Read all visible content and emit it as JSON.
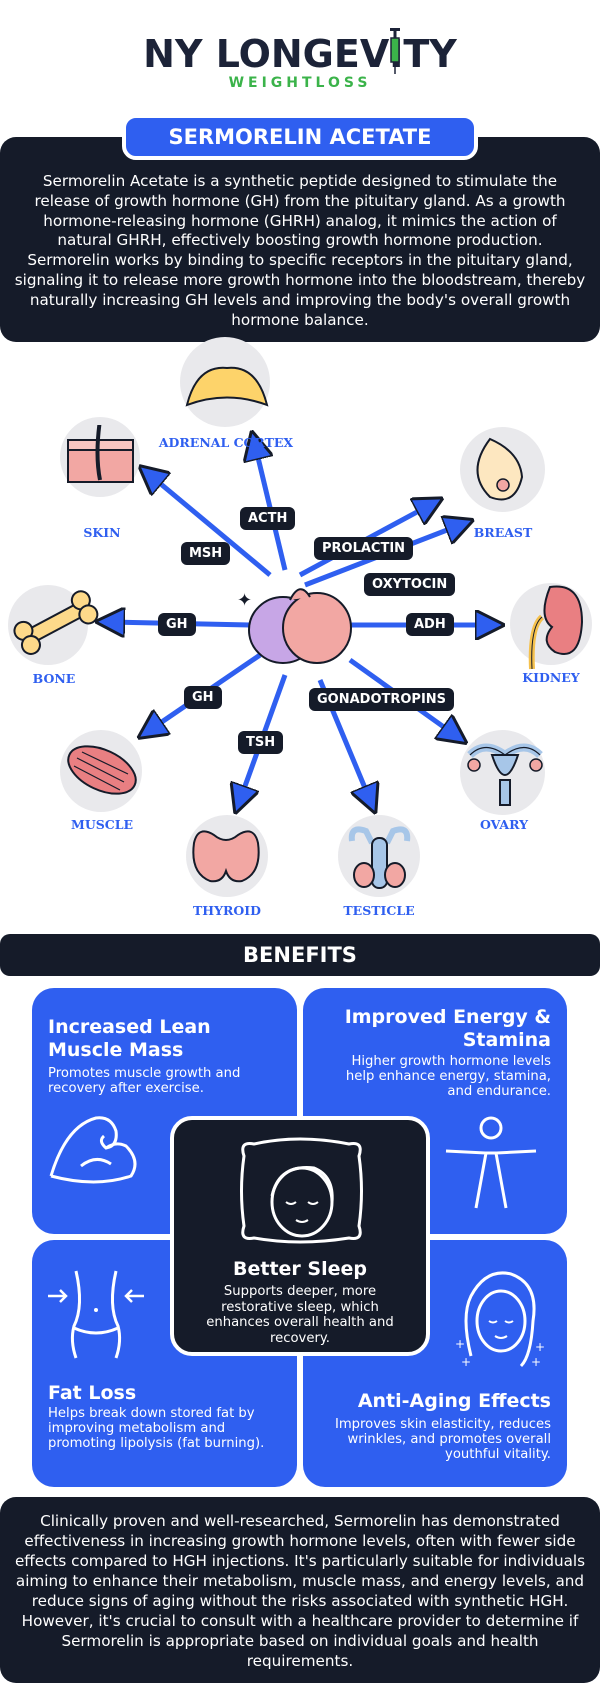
{
  "logo": {
    "main": "NY LONGEVITY",
    "sub": "WEIGHTLOSS"
  },
  "title": "SERMORELIN ACETATE",
  "intro": "Sermorelin Acetate is a synthetic peptide designed to stimulate the release of growth hormone (GH) from the pituitary gland. As a growth hormone-releasing hormone (GHRH) analog, it mimics the action of natural GHRH, effectively boosting growth hormone production. Sermorelin works by binding to specific receptors in the pituitary gland, signaling it to release more growth hormone into the bloodstream, thereby naturally increasing GH levels and improving the body's overall growth hormone balance.",
  "diagram": {
    "organs": {
      "adrenal": "ADRENAL CORTEX",
      "skin": "SKIN",
      "breast": "BREAST",
      "bone": "BONE",
      "kidney": "KIDNEY",
      "muscle": "MUSCLE",
      "ovary": "OVARY",
      "thyroid": "THYROID",
      "testicle": "TESTICLE"
    },
    "hormones": {
      "acth": "ACTH",
      "msh": "MSH",
      "prolactin": "PROLACTIN",
      "oxytocin": "OXYTOCIN",
      "gh_bone": "GH",
      "adh": "ADH",
      "gh_muscle": "GH",
      "gonadotropins": "GONADOTROPINS",
      "tsh": "TSH"
    },
    "colors": {
      "arrow": "#2f5ff0",
      "label": "#2f5ff0",
      "circle": "#e9e9ec"
    }
  },
  "benefits": {
    "heading": "BENEFITS",
    "muscle": {
      "title": "Increased Lean Muscle Mass",
      "desc": "Promotes muscle growth and recovery after exercise.",
      "icon": "flexed-arm-icon"
    },
    "energy": {
      "title": "Improved Energy & Stamina",
      "desc": "Higher growth hormone levels help enhance energy, stamina, and endurance.",
      "icon": "person-jumping-icon"
    },
    "sleep": {
      "title": "Better Sleep",
      "desc": "Supports deeper, more restorative sleep, which enhances overall health and recovery.",
      "icon": "sleeping-face-icon"
    },
    "fat": {
      "title": "Fat Loss",
      "desc": "Helps break down stored fat by improving metabolism and promoting lipolysis (fat burning).",
      "icon": "waist-icon"
    },
    "aging": {
      "title": "Anti-Aging Effects",
      "desc": "Improves skin elasticity, reduces wrinkles, and promotes overall youthful vitality.",
      "icon": "glowing-face-icon"
    }
  },
  "footer": "Clinically proven and well-researched, Sermorelin has demonstrated effectiveness in increasing growth hormone levels, often with fewer side effects compared to HGH injections. It's particularly suitable for individuals aiming to enhance their metabolism, muscle mass, and energy levels, and reduce signs of aging without the risks associated with synthetic HGH. However, it's crucial to consult with a healthcare provider to determine if Sermorelin is appropriate based on individual goals and health requirements.",
  "colors": {
    "brand_blue": "#2f5ff0",
    "dark": "#151b29",
    "brand_green": "#3bb34a"
  }
}
